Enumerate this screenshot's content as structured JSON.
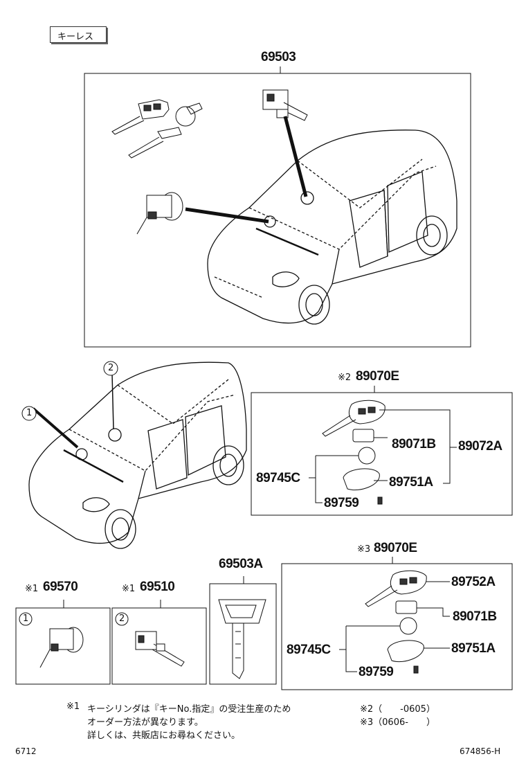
{
  "header_tag": "キーレス",
  "top_assembly": {
    "part": "69503"
  },
  "car_callouts": [
    "1",
    "2"
  ],
  "group2": {
    "prefix": "※2",
    "part": "89070E",
    "parts": [
      "89071B",
      "89072A",
      "89745C",
      "89751A",
      "89759"
    ]
  },
  "group3": {
    "prefix": "※3",
    "part": "89070E",
    "parts": [
      "89752A",
      "89071B",
      "89745C",
      "89751A",
      "89759"
    ]
  },
  "box1": {
    "prefix": "※1",
    "part": "69570",
    "callout": "1"
  },
  "box2": {
    "prefix": "※1",
    "part": "69510",
    "callout": "2"
  },
  "box3": {
    "part": "69503A"
  },
  "footnotes": {
    "n1_mark": "※1",
    "n1_line1": "キーシリンダは『キーNo.指定』の受注生産のため",
    "n1_line2": "オーダー方法が異なります。",
    "n1_line3": "詳しくは、共販店にお尋ねください。",
    "n2": "※2（　　-0605）",
    "n3": "※3（0606-　　）"
  },
  "page_code": "6712",
  "drawing_code": "674856-H"
}
